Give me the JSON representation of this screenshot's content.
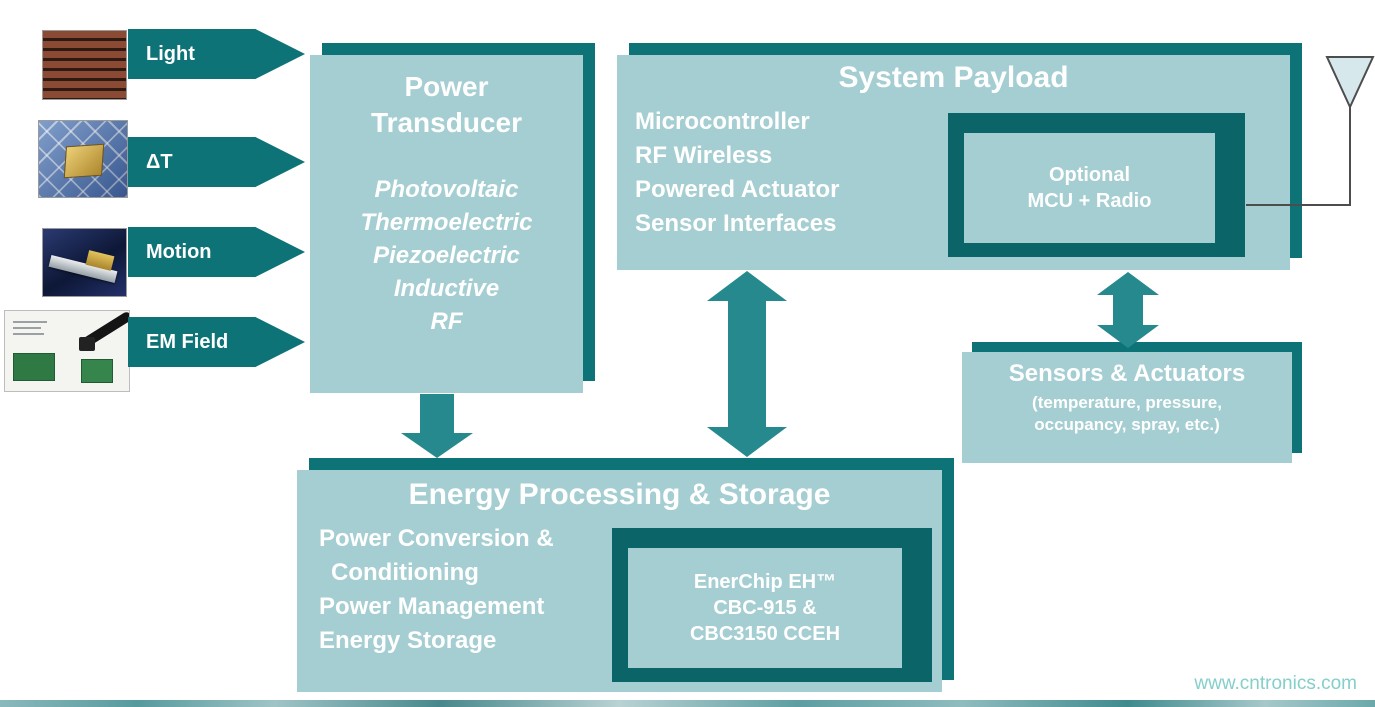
{
  "colors": {
    "block_fill": "#a5ced2",
    "block_edge": "#0d7377",
    "inner_edge": "#0a6468",
    "arrow": "#26898d",
    "text": "#ffffff",
    "watermark": "#84cfc9"
  },
  "inputs": [
    {
      "label": "Light",
      "icon": "solar-panel-photo"
    },
    {
      "label": "ΔT",
      "icon": "thermoelectric-module-photo"
    },
    {
      "label": "Motion",
      "icon": "piezoelectric-cantilever-photo"
    },
    {
      "label": "EM Field",
      "icon": "rf-energy-harvester-board-photo"
    }
  ],
  "power_transducer": {
    "title": "Power Transducer",
    "items": [
      "Photovoltaic",
      "Thermoelectric",
      "Piezoelectric",
      "Inductive",
      "RF"
    ]
  },
  "system_payload": {
    "title": "System Payload",
    "items": [
      "Microcontroller",
      "RF Wireless",
      "Powered Actuator",
      "Sensor Interfaces"
    ],
    "inner_box": {
      "lines": [
        "Optional",
        "MCU + Radio"
      ]
    }
  },
  "sensors_actuators": {
    "title": "Sensors & Actuators",
    "subtitle": "(temperature, pressure, occupancy, spray, etc.)"
  },
  "energy_processing": {
    "title": "Energy Processing & Storage",
    "items": [
      "Power Conversion &",
      "Conditioning",
      "Power Management",
      "Energy Storage"
    ],
    "inner_box": {
      "lines": [
        "EnerChip EH™",
        "CBC-915 &",
        "CBC3150 CCEH"
      ]
    }
  },
  "watermark": "www.cntronics.com"
}
